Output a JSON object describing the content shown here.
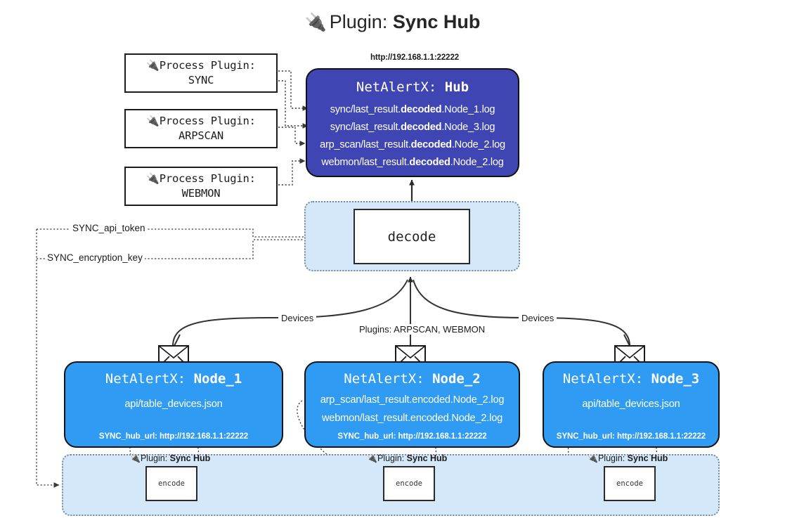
{
  "title": {
    "icon": "plug-icon",
    "prefix": "Plugin:",
    "name": "Sync Hub",
    "glyph": "🔌"
  },
  "colors": {
    "hub_fill": "#3f46b4",
    "node_fill": "#2f9bf2",
    "container_fill": "#d5e8fa",
    "border": "#111111",
    "dotted_border": "#7a8a99",
    "page_background": "#ffffff"
  },
  "process_plugins": [
    {
      "line1": "Process Plugin:",
      "line2": "SYNC",
      "glyph": "🔌"
    },
    {
      "line1": "Process Plugin:",
      "line2": "ARPSCAN",
      "glyph": "🔌"
    },
    {
      "line1": "Process Plugin:",
      "line2": "WEBMON",
      "glyph": "🔌"
    }
  ],
  "hub": {
    "url": "http://192.168.1.1:22222",
    "title_prefix": "NetAlertX:",
    "title_name": "Hub",
    "lines": [
      {
        "pre": "sync/last_result.",
        "bold": "decoded",
        "post": ".Node_1.log"
      },
      {
        "pre": "sync/last_result.",
        "bold": "decoded",
        "post": ".Node_3.log"
      },
      {
        "pre": "arp_scan/last_result.",
        "bold": "decoded",
        "post": ".Node_2.log"
      },
      {
        "pre": "webmon/last_result.",
        "bold": "decoded",
        "post": ".Node_2.log"
      }
    ]
  },
  "decode": {
    "label": "decode"
  },
  "tokens": [
    {
      "label": "SYNC_api_token"
    },
    {
      "label": "SYNC_encryption_key"
    }
  ],
  "edge_labels": {
    "left_devices": "Devices",
    "center_plugins": "Plugins: ARPSCAN, WEBMON",
    "right_devices": "Devices"
  },
  "nodes": [
    {
      "title_prefix": "NetAlertX:",
      "title_name": "Node_1",
      "lines": [
        "api/table_devices.json"
      ],
      "footer": "SYNC_hub_url: http://192.168.1.1:22222"
    },
    {
      "title_prefix": "NetAlertX:",
      "title_name": "Node_2",
      "lines": [
        "arp_scan/last_result.encoded.Node_2.log",
        "webmon/last_result.encoded.Node_2.log"
      ],
      "footer": "SYNC_hub_url: http://192.168.1.1:22222"
    },
    {
      "title_prefix": "NetAlertX:",
      "title_name": "Node_3",
      "lines": [
        "api/table_devices.json"
      ],
      "footer": "SYNC_hub_url: http://192.168.1.1:22222"
    }
  ],
  "encode_boxes": [
    {
      "caption_prefix": "Plugin:",
      "caption_name": "Sync Hub",
      "label": "encode",
      "glyph": "🔌"
    },
    {
      "caption_prefix": "Plugin:",
      "caption_name": "Sync Hub",
      "label": "encode",
      "glyph": "🔌"
    },
    {
      "caption_prefix": "Plugin:",
      "caption_name": "Sync Hub",
      "label": "encode",
      "glyph": "🔌"
    }
  ]
}
